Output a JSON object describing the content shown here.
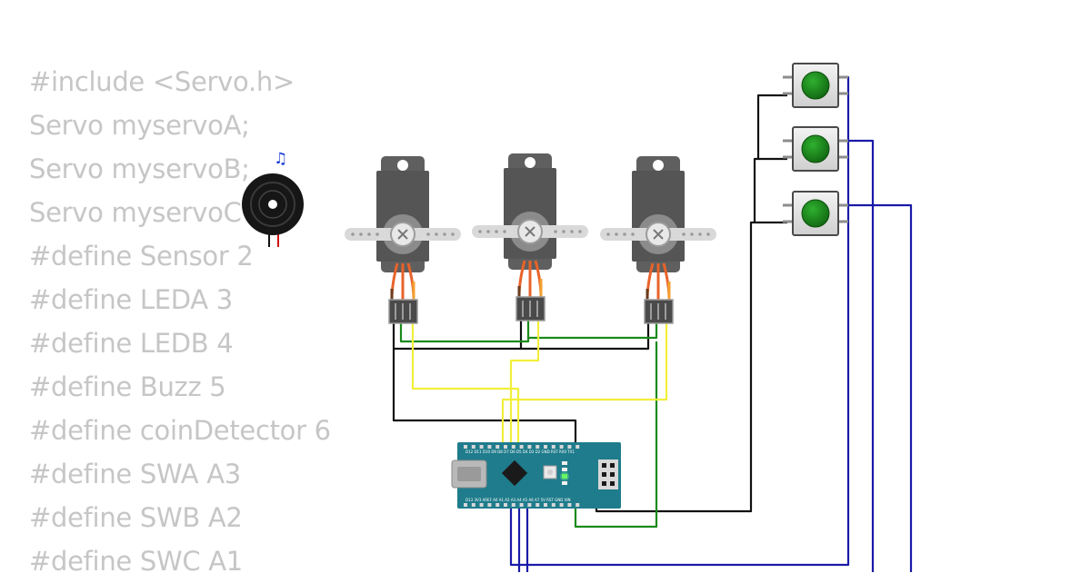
{
  "code_lines": [
    "#include <Servo.h>",
    "Servo myservoA;",
    "Servo myservoB;",
    "Servo myservoC",
    "#define Sensor 2",
    "#define LEDA 3",
    "#define LEDB 4",
    "#define Buzz 5",
    "#define coinDetector 6",
    "#define SWA A3",
    "#define SWB A2",
    "#define SWC A1"
  ],
  "icons": {
    "buzzer_note": "♫"
  },
  "components": {
    "servos": [
      "servo-a",
      "servo-b",
      "servo-c"
    ],
    "buttons": [
      "button-1",
      "button-2",
      "button-3"
    ],
    "board": "arduino-nano",
    "buzzer": "buzzer"
  },
  "arduino": {
    "top_pins": "D12 D11 D10 D9 D8 D7 D6 D5 D4 D3 D2 GND RST RX0 TX1",
    "bottom_pins": "D13 3V3 AREF A0 A1 A2 A3 A4 A5 A6 A7 5V RST GND VIN"
  },
  "colors": {
    "wire_black": "#111111",
    "wire_green": "#1a8a1a",
    "wire_yellow": "#f2ef3a",
    "wire_blue": "#1a1aa8",
    "board": "#1f7c8c",
    "button_cap": "#1f8a1f",
    "servo_body": "#5f5f5f",
    "code_text": "#c6c6c6"
  }
}
